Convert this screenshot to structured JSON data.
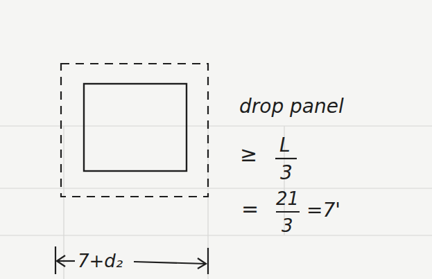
{
  "diagram": {
    "labels": [
      "drop panel",
      "≥",
      "L",
      "3",
      "=",
      "21",
      "3",
      "=7'",
      "7+d₂"
    ]
  }
}
